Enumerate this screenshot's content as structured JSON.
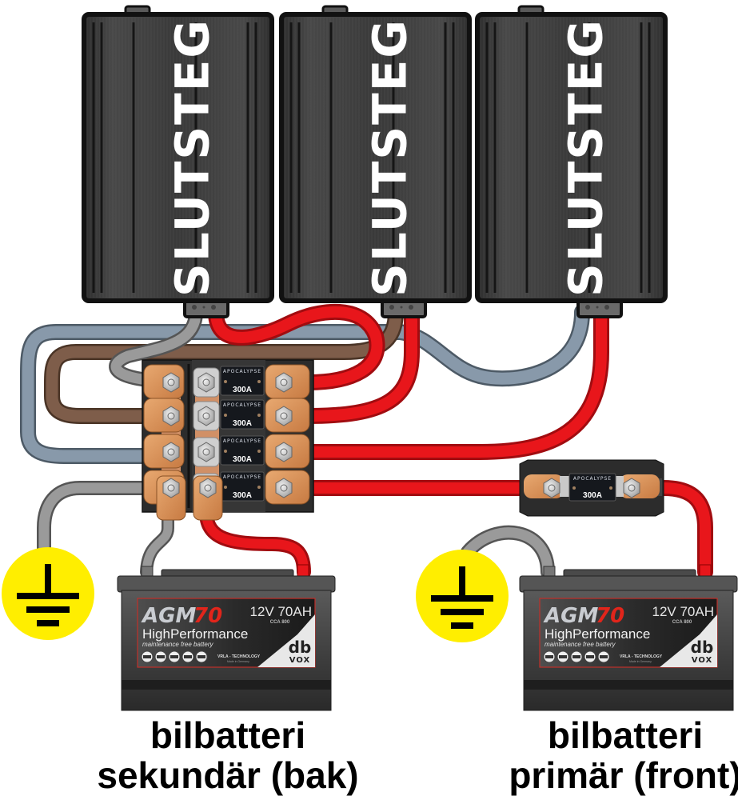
{
  "title": "Wiring diagram: three amplifiers, distribution block and two car batteries",
  "colors": {
    "amp_body": "#3b3b3b",
    "power_cable": "#e8161b",
    "ground_cable_gray": "#8a8a8a",
    "ground_cable_blue": "#7d8ea0",
    "ground_cable_brown": "#7a5a47",
    "copper": "#d48e55",
    "ground_symbol_bg": "#ffee00",
    "caption": "#000000"
  },
  "amplifiers": [
    {
      "label": "SLUTSTEG"
    },
    {
      "label": "SLUTSTEG"
    },
    {
      "label": "SLUTSTEG"
    }
  ],
  "distribution_block": {
    "fuses": [
      {
        "brand": "APOCALYPSE",
        "rating": "300A"
      },
      {
        "brand": "APOCALYPSE",
        "rating": "300A"
      },
      {
        "brand": "APOCALYPSE",
        "rating": "300A"
      },
      {
        "brand": "APOCALYPSE",
        "rating": "300A"
      }
    ]
  },
  "inline_fuse": {
    "brand": "APOCALYPSE",
    "rating": "300A"
  },
  "batteries": [
    {
      "model": "AGM",
      "model_number": "70",
      "voltage_capacity": "12V 70AH",
      "cca": "CCA 800",
      "series": "HighPerformance",
      "subtitle": "maintenance free battery",
      "technology": "VRLA - TECHNOLOGY",
      "made_in": "Made in Germany",
      "logo_top": "db",
      "logo_bottom": "VOX",
      "caption_line1": "bilbatteri",
      "caption_line2": "sekundär (bak)"
    },
    {
      "model": "AGM",
      "model_number": "70",
      "voltage_capacity": "12V 70AH",
      "cca": "CCA 800",
      "series": "HighPerformance",
      "subtitle": "maintenance free battery",
      "technology": "VRLA - TECHNOLOGY",
      "made_in": "Made in Germany",
      "logo_top": "db",
      "logo_bottom": "VOX",
      "caption_line1": "bilbatteri",
      "caption_line2": "primär (front)"
    }
  ],
  "ground_symbols": [
    {
      "icon": "ground-icon"
    },
    {
      "icon": "ground-icon"
    }
  ]
}
